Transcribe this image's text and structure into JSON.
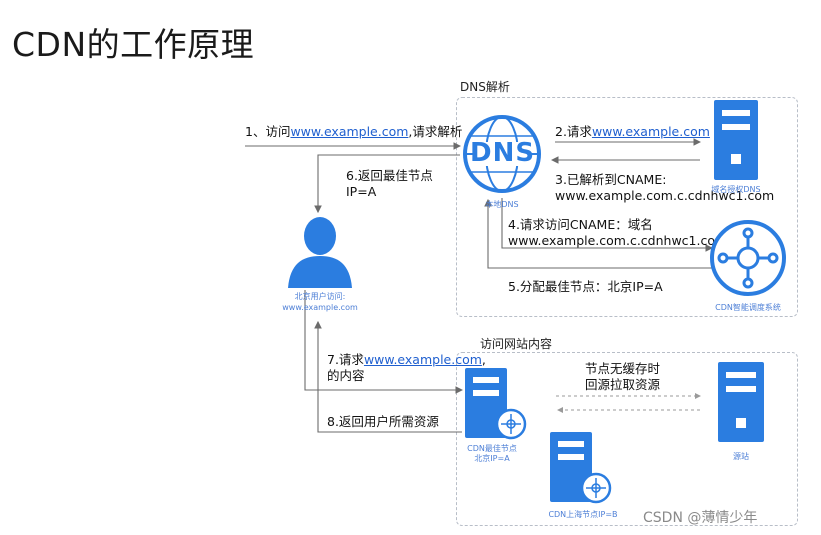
{
  "title": "CDN的工作原理",
  "dns_section_label": "DNS解析",
  "content_section_label": "访问网站内容",
  "steps": {
    "s1_prefix": "1、访问",
    "s1_url": "www.example.com",
    "s1_suffix": ",请求解析",
    "s2_prefix": "2.请求",
    "s2_url": "www.example.com",
    "s3_line1": "3.已解析到CNAME:",
    "s3_line2": "www.example.com.c.cdnhwc1.com",
    "s4_line1": "4.请求访问CNAME：域名",
    "s4_line2": "www.example.com.c.cdnhwc1.com",
    "s5": "5.分配最佳节点：北京IP=A",
    "s6_line1": "6.返回最佳节点",
    "s6_line2": "IP=A",
    "s7_prefix": "7.请求",
    "s7_url": "www.example.com",
    "s7_comma": ",",
    "s7_line2": "的内容",
    "s8": "8.返回用户所需资源",
    "s9_line1": "节点无缓存时",
    "s9_line2": "回源拉取资源"
  },
  "nodes": {
    "local_dns_icon_text": "DNS",
    "local_dns_label": "本地DNS",
    "auth_dns_label": "域名授权DNS",
    "cdn_scheduler_label": "CDN智能调度系统",
    "user_label_line1": "北京用户访问:",
    "user_label_line2": "www.example.com",
    "cdn_best_node_line1": "CDN最佳节点",
    "cdn_best_node_line2": "北京IP=A",
    "cdn_shanghai_node": "CDN上海节点IP=B",
    "origin_label": "源站"
  },
  "watermark": "CSDN @薄情少年",
  "colors": {
    "accent_blue": "#2b7de0",
    "link_blue": "#1f5fcf",
    "label_blue": "#4d7fd6"
  }
}
